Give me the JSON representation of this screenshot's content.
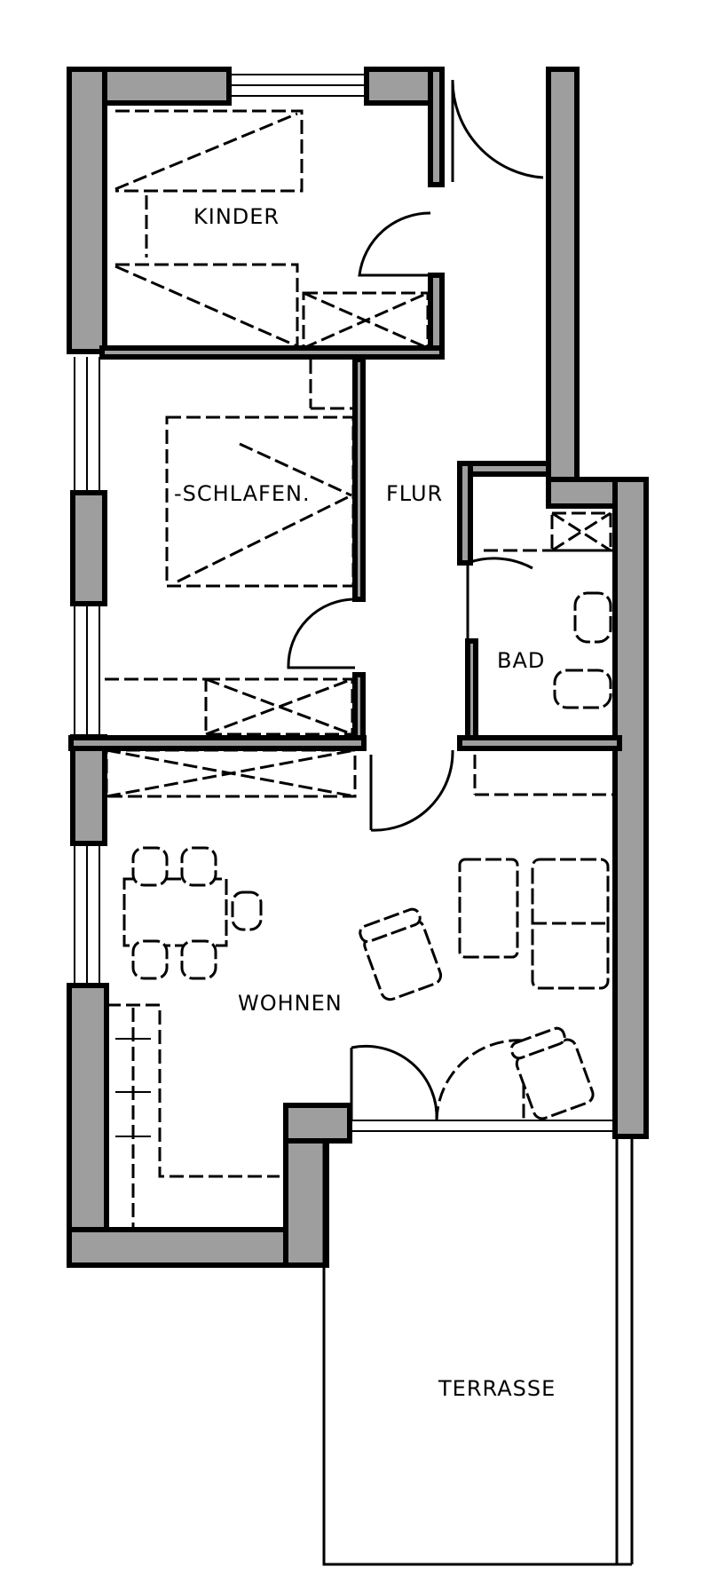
{
  "rooms": {
    "kinder": "KINDER",
    "schlafen": "-SCHLAFEN.",
    "flur": "FLUR",
    "bad": "BAD",
    "wohnen": "WOHNEN",
    "terrasse": "TERRASSE"
  },
  "colors": {
    "wall_fill": "#9e9e9e",
    "line": "#000000",
    "background": "#ffffff"
  }
}
